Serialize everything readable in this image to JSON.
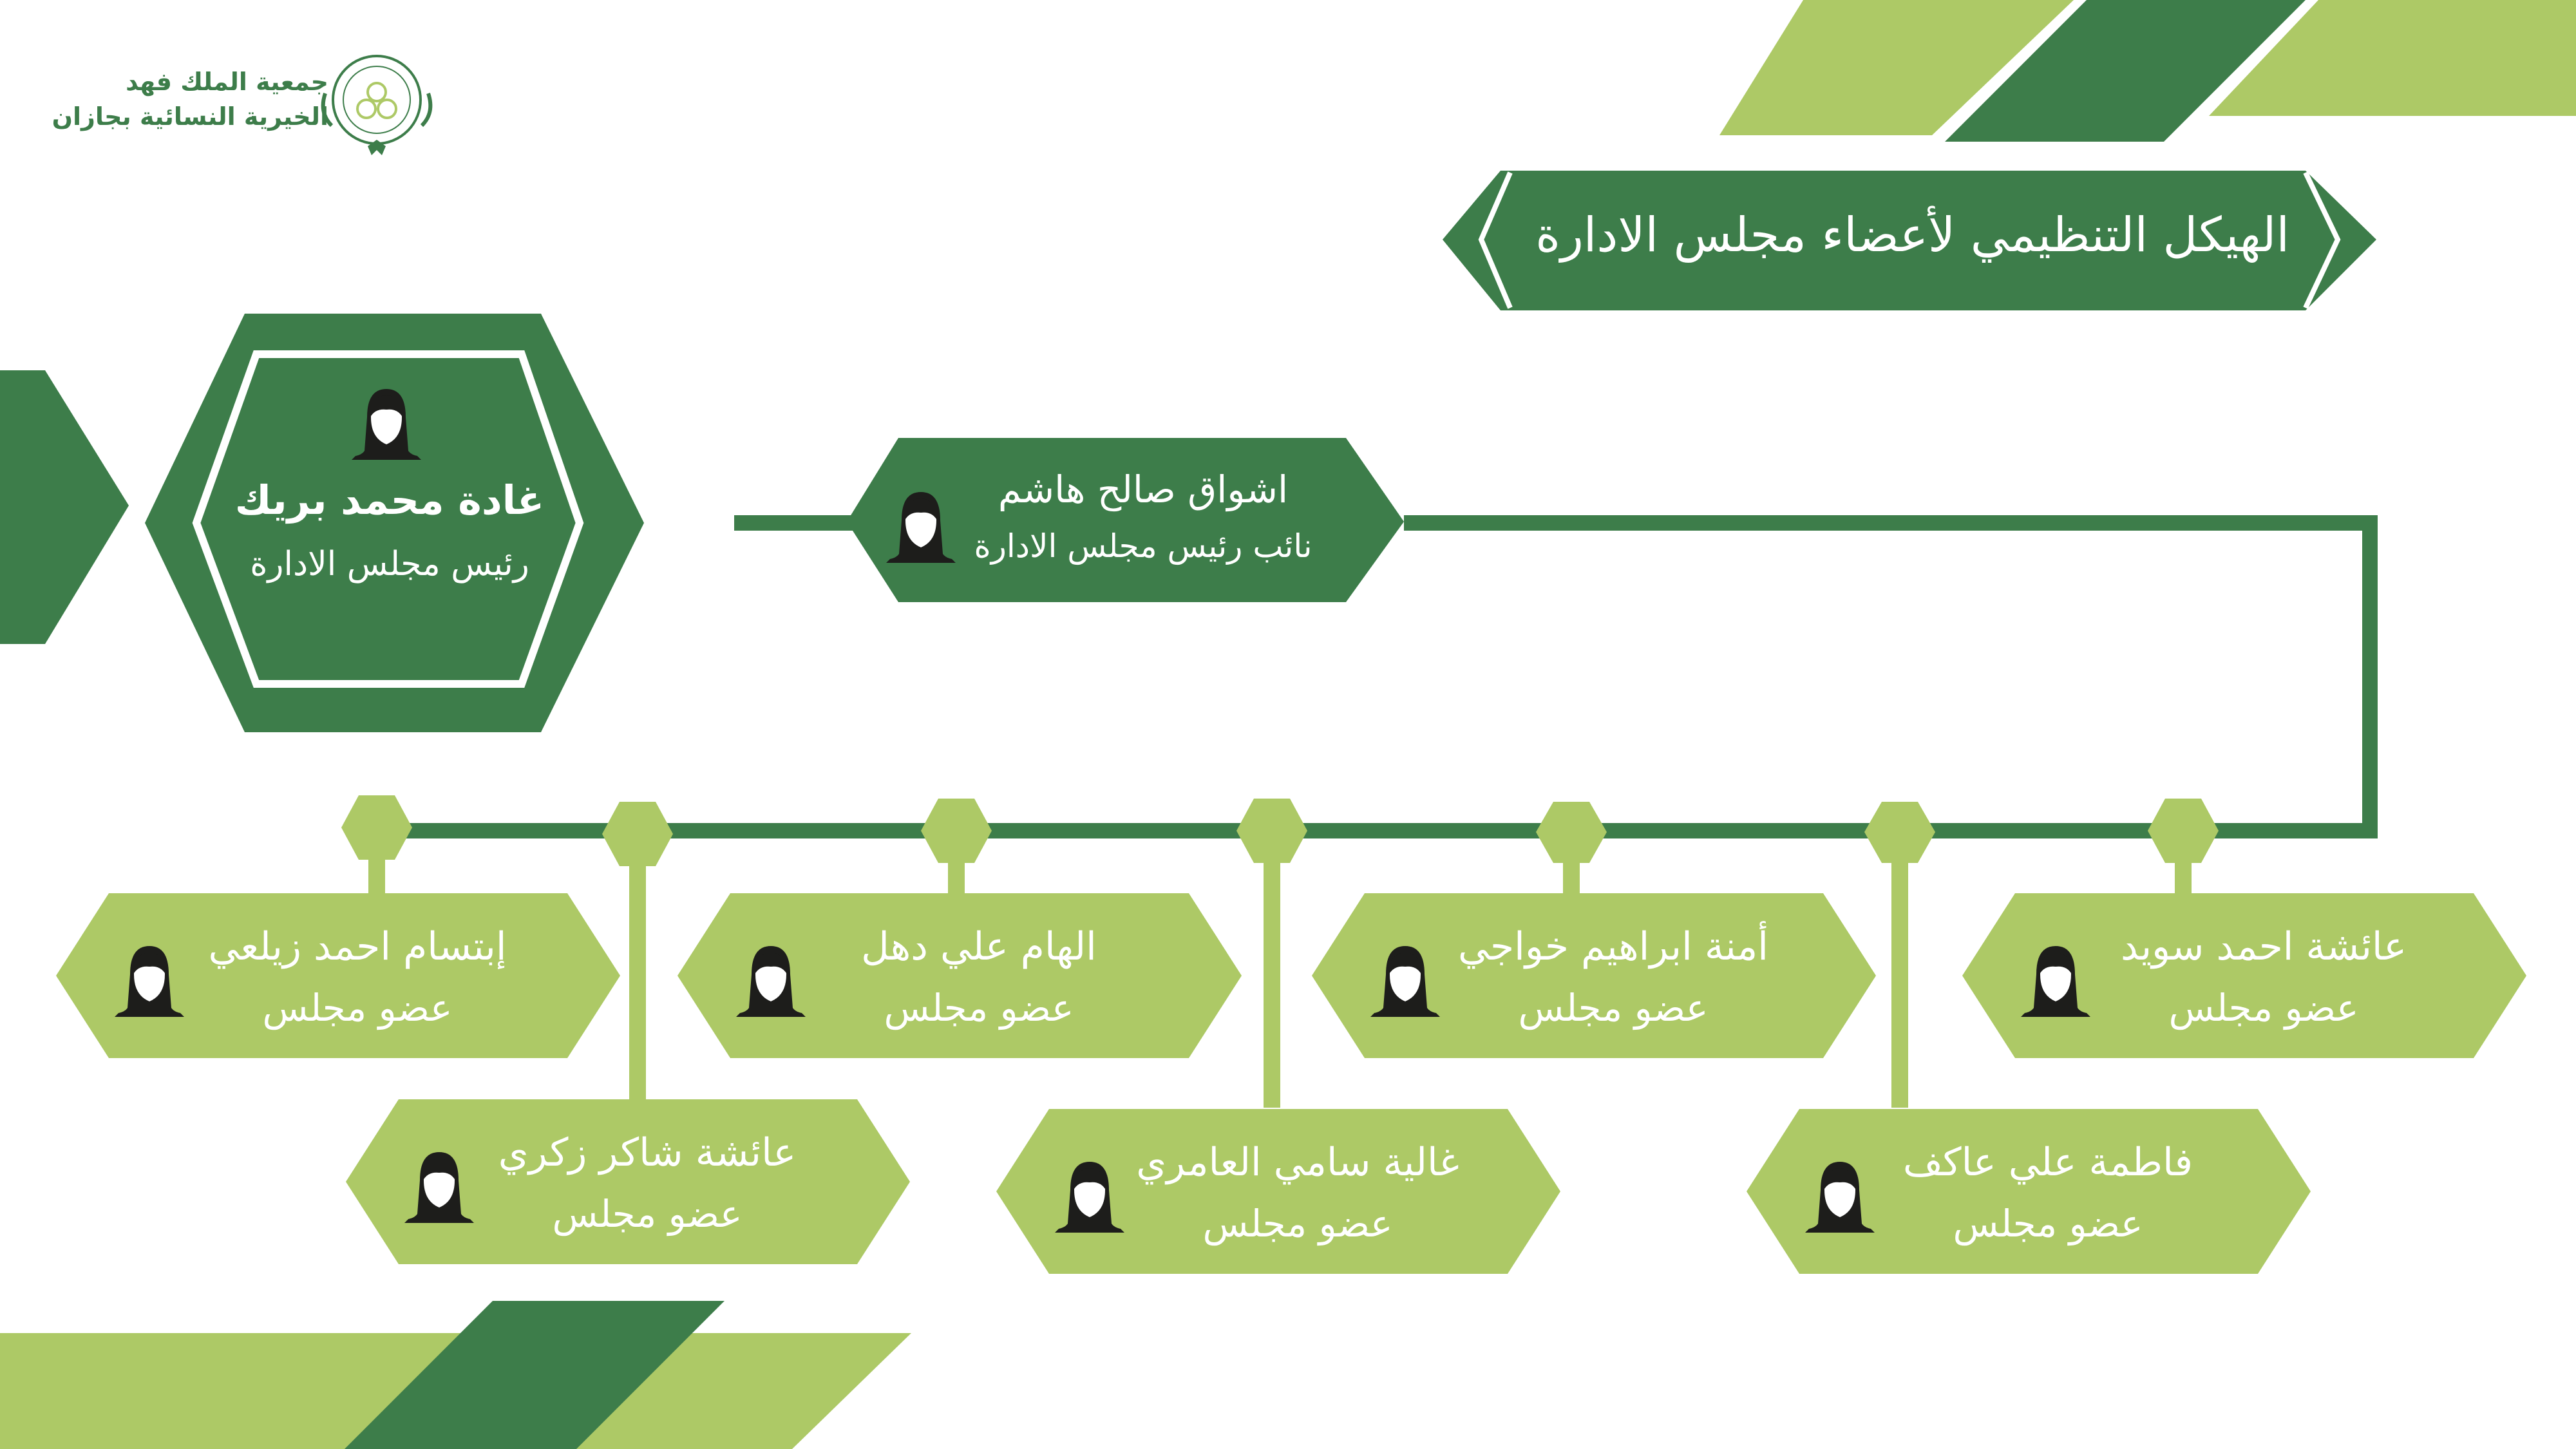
{
  "organization": {
    "name_line1": "جمعية الملك فهد",
    "name_line2": "الخيرية النسائية بجازان"
  },
  "page_title": "الهيكل التنظيمي لأعضاء مجلس الادارة",
  "chairperson": {
    "name": "غادة محمد بريك",
    "role": "رئيس مجلس الادارة"
  },
  "vice_chair": {
    "name": "اشواق صالح هاشم",
    "role": "نائب رئيس مجلس الادارة"
  },
  "members": [
    {
      "name": "عائشة احمد سويد",
      "role": "عضو مجلس"
    },
    {
      "name": "فاطمة علي عاكف",
      "role": "عضو مجلس"
    },
    {
      "name": "أمنة ابراهيم خواجي",
      "role": "عضو مجلس"
    },
    {
      "name": "غالية سامي العامري",
      "role": "عضو مجلس"
    },
    {
      "name": "الهام علي دهل",
      "role": "عضو مجلس"
    },
    {
      "name": "عائشة شاكر زكري",
      "role": "عضو مجلس"
    },
    {
      "name": "إبتسام احمد زيلعي",
      "role": "عضو مجلس"
    }
  ],
  "colors": {
    "dark_green": "#3d7d4a",
    "light_green": "#adc966",
    "white": "#ffffff",
    "avatar": "#1d1d1b"
  },
  "icons": {
    "member": "woman-avatar-icon",
    "logo": "association-emblem-icon"
  }
}
